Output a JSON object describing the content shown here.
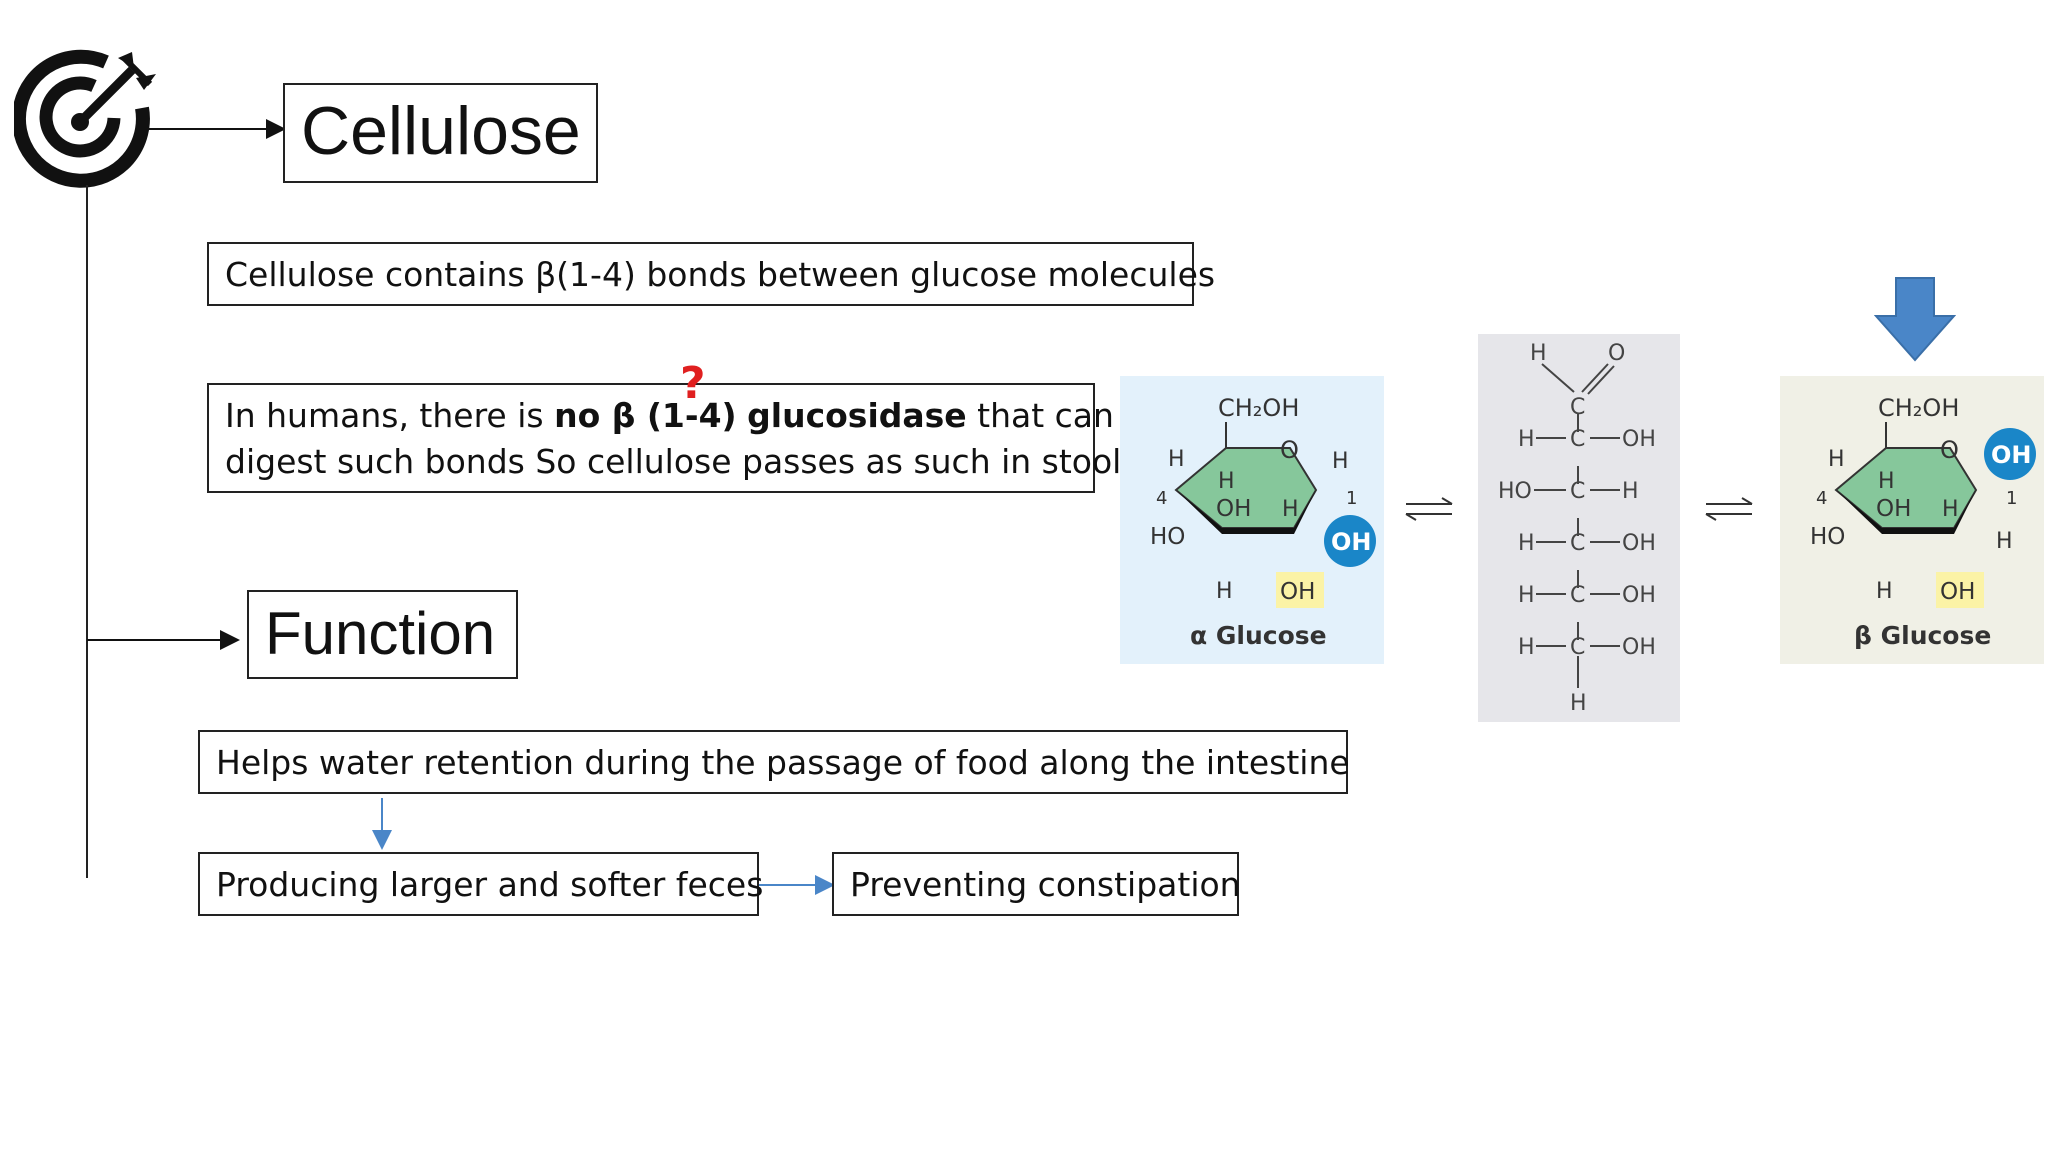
{
  "title": "Cellulose",
  "bond_statement": "Cellulose contains β(1-4) bonds between glucose molecules",
  "human_note": {
    "part1": "In humans, there is ",
    "bold1": "no β (1-4)",
    "bold2": "glucosidase",
    "part2": " that can",
    "line2": "digest such bonds So cellulose passes as such in stool",
    "question_mark": "?"
  },
  "function_heading": "Function",
  "function_items": {
    "water": "Helps water retention during the passage of food along the intestine",
    "feces": "Producing larger and softer feces",
    "constipation": "Preventing constipation"
  },
  "alpha_panel": {
    "ch2oh": "CH₂OH",
    "ring_o": "O",
    "labels": {
      "h": "H",
      "oh": "OH",
      "ho": "HO",
      "c4": "4",
      "c1": "1"
    },
    "caption": "α Glucose"
  },
  "open_chain": {
    "top_h": "H",
    "top_o": "O",
    "c": "C",
    "rows": [
      {
        "left": "H",
        "right": "OH"
      },
      {
        "left": "HO",
        "right": "H"
      },
      {
        "left": "H",
        "right": "OH"
      },
      {
        "left": "H",
        "right": "OH"
      },
      {
        "left": "H",
        "right": "OH"
      }
    ],
    "bottom_h": "H"
  },
  "beta_panel": {
    "ch2oh": "CH₂OH",
    "ring_o": "O",
    "labels": {
      "h": "H",
      "oh": "OH",
      "ho": "HO",
      "c4": "4",
      "c1": "1"
    },
    "caption": "β Glucose"
  },
  "colors": {
    "alpha_bg": "#e3f1fb",
    "chain_bg": "#e6e6ea",
    "beta_bg": "#f0f0e6",
    "ring_fill": "#86c79b",
    "oh_blue": "#1a86c8",
    "oh_yellow": "#fbf3a6",
    "arrow_blue": "#4a86c8",
    "question_red": "#e02020"
  }
}
